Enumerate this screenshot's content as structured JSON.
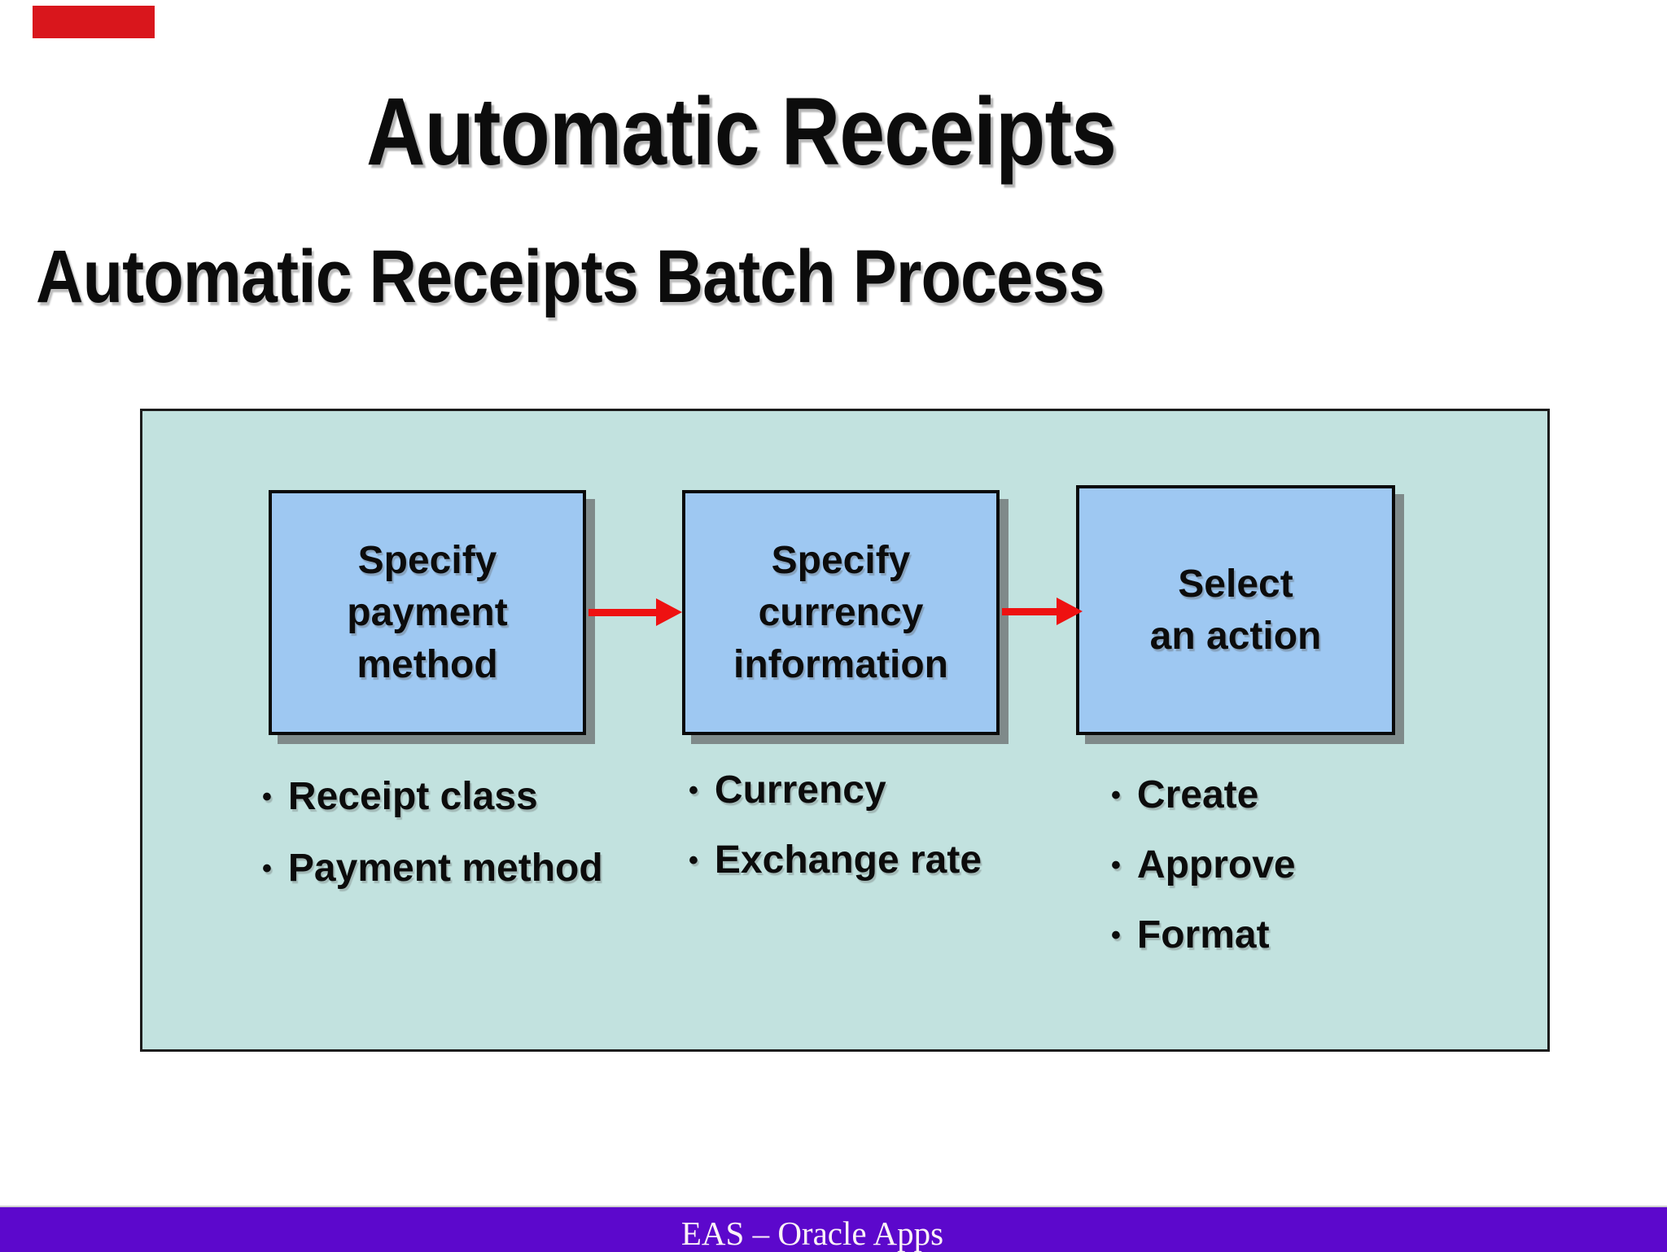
{
  "slide": {
    "title": "Automatic Receipts",
    "heading": "Automatic Receipts Batch Process"
  },
  "diagram": {
    "bullet_char": "•",
    "steps": [
      {
        "lines": [
          "Specify",
          "payment",
          "method"
        ],
        "bullets": [
          "Receipt class",
          "Payment method"
        ]
      },
      {
        "lines": [
          "Specify",
          "currency",
          "information"
        ],
        "bullets": [
          "Currency",
          "Exchange rate"
        ]
      },
      {
        "lines": [
          "Select",
          "an action"
        ],
        "bullets": [
          "Create",
          "Approve",
          "Format"
        ]
      }
    ]
  },
  "footer": {
    "text": "EAS – Oracle Apps"
  },
  "colors": {
    "panel_bg": "#c2e2df",
    "box_bg": "#9ec8f2",
    "box_border": "#0a0a0a",
    "box_shadow_gray": "#7f8a8a",
    "arrow_red": "#ee1111",
    "footer_bg": "#5c08cc",
    "footer_text": "#fdf2f7",
    "patch_red": "#d9161c",
    "text": "#0c0c0c"
  }
}
